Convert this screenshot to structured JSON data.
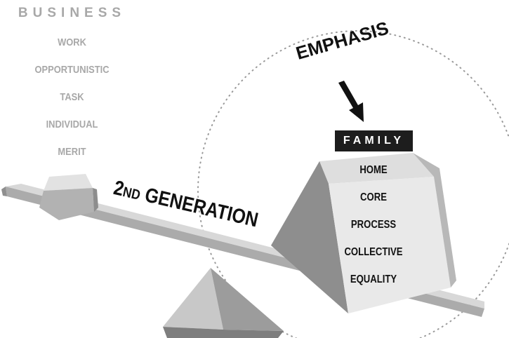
{
  "left_group": {
    "title": "BUSINESS",
    "items": [
      "WORK",
      "OPPORTUNISTIC",
      "TASK",
      "INDIVIDUAL",
      "MERIT"
    ]
  },
  "right_group": {
    "title": "FAMILY",
    "items": [
      "HOME",
      "CORE",
      "PROCESS",
      "COLLECTIVE",
      "EQUALITY"
    ]
  },
  "emphasis_label": "EMPHASIS",
  "generation_label": {
    "number": "2",
    "suffix": "ND",
    "rest": " GENERATION"
  },
  "colors": {
    "light_text": "#a8a8a8",
    "dark_text": "#111111",
    "label_bg": "#1d1d1d",
    "plank_top": "#d9d9d9",
    "plank_front": "#a9a9a9",
    "block_dark": "#8a8a8a",
    "block_light": "#e6e6e6"
  }
}
